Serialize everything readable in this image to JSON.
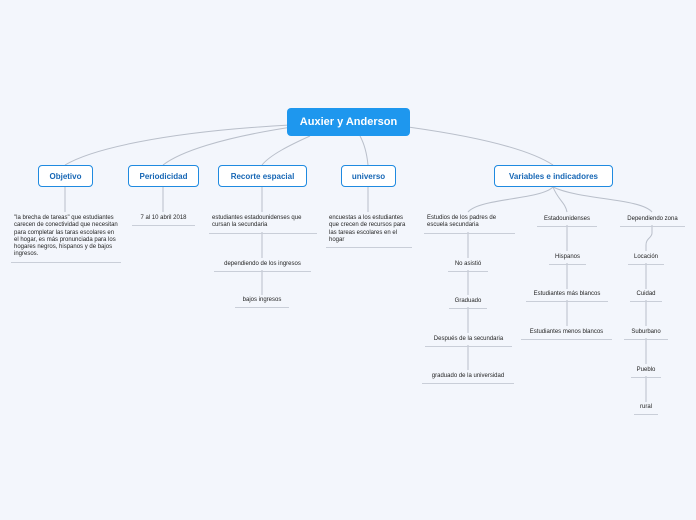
{
  "root": {
    "label": "Auxier y Anderson"
  },
  "branches": {
    "objetivo": {
      "label": "Objetivo",
      "leaf": "\"la brecha de tareas\" que estudiantes carecen de conectividad que necesitan para completar las taras escolares en el hogar, es más pronunciada para los hogares negros, hispanos y de bajos ingresos."
    },
    "periodicidad": {
      "label": "Periodicidad",
      "leaf": "7 al 10 abril 2018"
    },
    "recorte": {
      "label": "Recorte espacial",
      "leaves": [
        "estudiantes estadounidenses que cursan la secundaria",
        "dependiendo de los ingresos",
        "bajos ingresos"
      ]
    },
    "universo": {
      "label": "universo",
      "leaf": "encuestas a los estudiantes que crecen de recursos para las tareas escolares en el hogar"
    },
    "variables": {
      "label": "Variables e indicadores",
      "col1": [
        "Estudios de los padres de escuela secundaria",
        "No asistió",
        "Graduado",
        "Después de la secundaria",
        "graduado de la universidad"
      ],
      "col2": [
        "Estadounidenses",
        "Hispanos",
        "Estudiantes más blancos",
        "Estudiantes menos blancos"
      ],
      "col3": [
        "Dependiendo zona",
        "Locación",
        "Cuidad",
        "Suburbano",
        "Pueblo",
        "rural"
      ]
    }
  }
}
